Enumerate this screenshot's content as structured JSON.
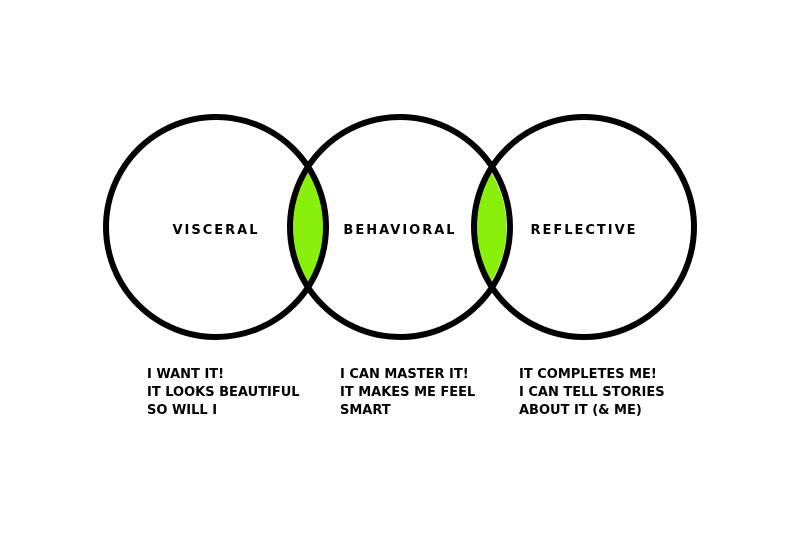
{
  "colors": {
    "outline": "#000000",
    "overlap": "#88f00a",
    "background": "#ffffff"
  },
  "circles": [
    {
      "label": "VISCERAL"
    },
    {
      "label": "BEHAVIORAL"
    },
    {
      "label": "REFLECTIVE"
    }
  ],
  "captions": [
    {
      "lines": [
        "I WANT IT!",
        "IT LOOKS BEAUTIFUL",
        "SO WILL I"
      ]
    },
    {
      "lines": [
        "I CAN MASTER IT!",
        "IT MAKES ME FEEL",
        "SMART"
      ]
    },
    {
      "lines": [
        "IT COMPLETES ME!",
        "I CAN TELL STORIES",
        "ABOUT IT (& ME)"
      ]
    }
  ]
}
